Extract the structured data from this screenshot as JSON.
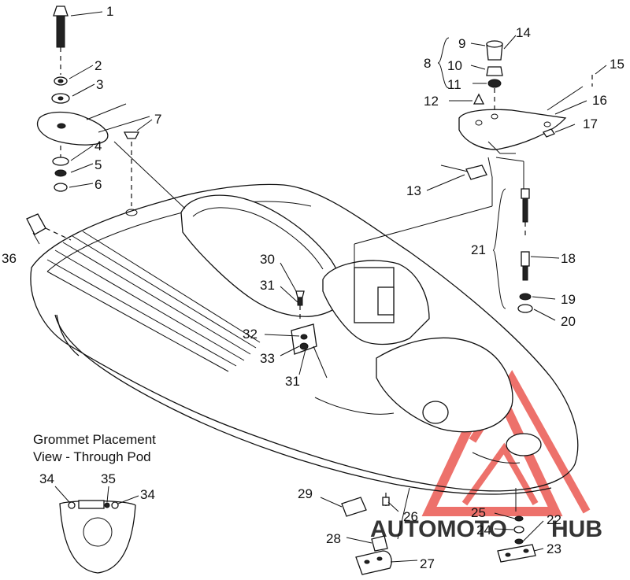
{
  "callouts": {
    "c1": "1",
    "c2": "2",
    "c3": "3",
    "c4": "4",
    "c5": "5",
    "c6": "6",
    "c7": "7",
    "c8": "8",
    "c9": "9",
    "c10": "10",
    "c11": "11",
    "c12": "12",
    "c13": "13",
    "c14": "14",
    "c15": "15",
    "c16": "16",
    "c17": "17",
    "c18": "18",
    "c19": "19",
    "c20": "20",
    "c21": "21",
    "c22": "22",
    "c23": "23",
    "c24": "24",
    "c25": "25",
    "c26": "26",
    "c27": "27",
    "c28": "28",
    "c29": "29",
    "c30": "30",
    "c31a": "31",
    "c31b": "31",
    "c32": "32",
    "c33": "33",
    "c34a": "34",
    "c34b": "34",
    "c35": "35",
    "c36": "36"
  },
  "inset": {
    "caption_line1": "Grommet Placement",
    "caption_line2": "View - Through Pod"
  },
  "watermark": {
    "text_a": "AUTOMOTO",
    "text_b": "HUB",
    "color_primary": "#e8423a",
    "color_secondary": "#f3b23a",
    "color_text_b": "#555555"
  }
}
